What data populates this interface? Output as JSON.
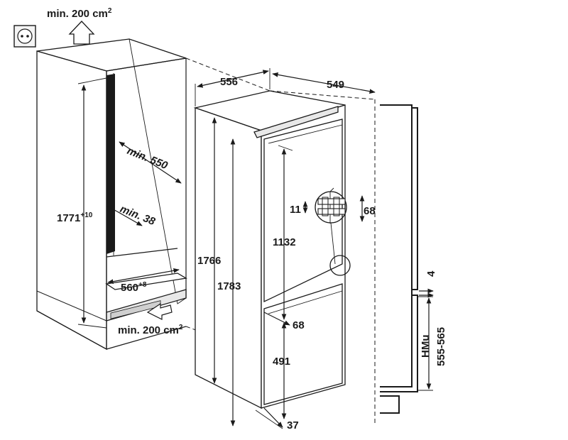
{
  "labels": {
    "vent_top": "min. 200 cm",
    "vent_top_sup": "2",
    "vent_bottom": "min. 200 cm",
    "vent_bottom_sup": "2",
    "niche_height": "1771",
    "niche_height_sup": "+10",
    "niche_width": "560",
    "niche_width_sup": "+8",
    "min_depth": "min. 550",
    "min_gap": "min. 38",
    "appliance_width": "556",
    "appliance_depth": "549",
    "appliance_height": "1766",
    "overall_height": "1783",
    "fridge_door": "1132",
    "hinge_gap": "11",
    "hinge_offset": "68",
    "door_gap": "68",
    "freezer_door": "491",
    "plinth": "37",
    "side_gap": "4",
    "hmu_label": "HMu",
    "hmu_range": "555-565"
  },
  "icons": [
    "socket-icon",
    "airflow-arrow-up-icon",
    "airflow-arrow-in-icon"
  ]
}
